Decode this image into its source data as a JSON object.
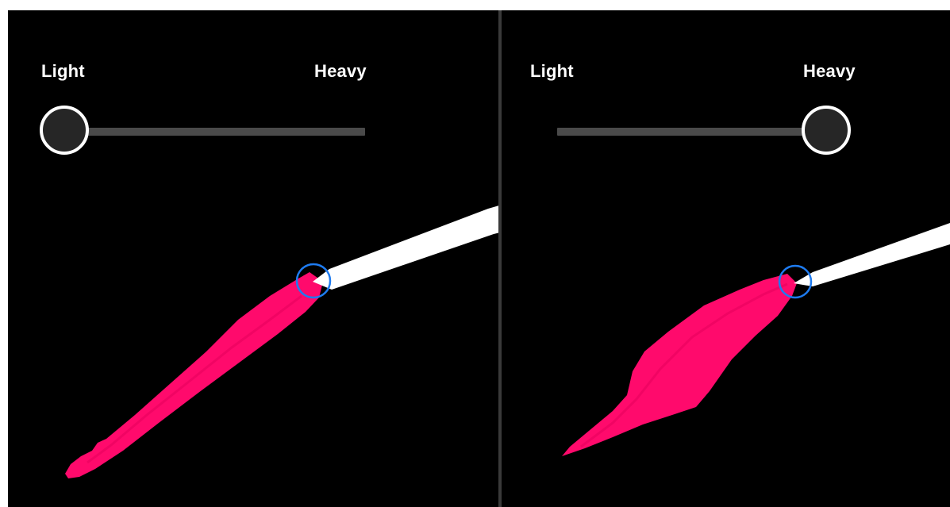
{
  "panels": [
    {
      "label_light": "Light",
      "label_heavy": "Heavy",
      "pressure_level": 0
    },
    {
      "label_light": "Light",
      "label_heavy": "Heavy",
      "pressure_level": 1
    }
  ],
  "colors": {
    "background": "#000000",
    "stroke": "#ff0a6c",
    "track": "#4a4a4a",
    "thumb_fill": "#262626",
    "thumb_border": "#ffffff",
    "cursor_ring": "#1e7bf0",
    "pencil": "#ffffff",
    "divider": "#3a3a3a"
  },
  "icons": {
    "stylus": "apple-pencil-icon",
    "cursor": "brush-cursor-ring-icon"
  }
}
